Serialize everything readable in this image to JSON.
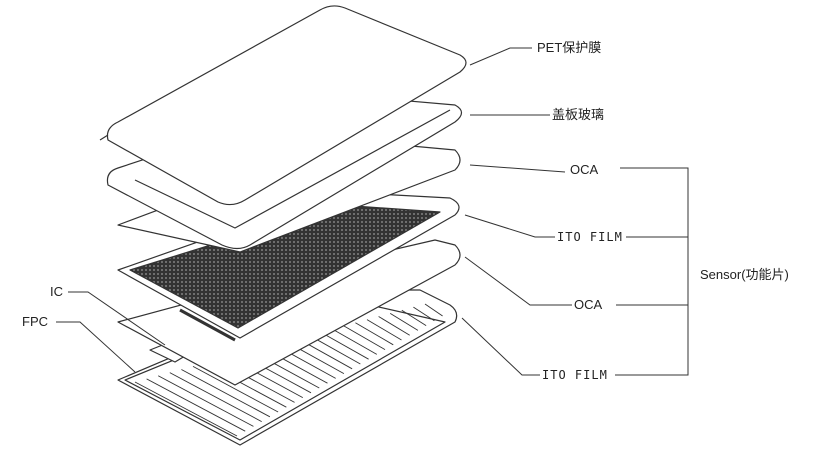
{
  "title": "Touch panel exploded view",
  "labels": {
    "pet": "PET保护膜",
    "cover_glass": "盖板玻璃",
    "oca_1": "OCA",
    "ito_film_1": "ITO FILM",
    "oca_2": "OCA",
    "ito_film_2": "ITO FILM",
    "sensor": "Sensor(功能片)",
    "ic": "IC",
    "fpc": "FPC"
  },
  "colors": {
    "line": "#333333",
    "mesh": "#2a2a2a"
  }
}
